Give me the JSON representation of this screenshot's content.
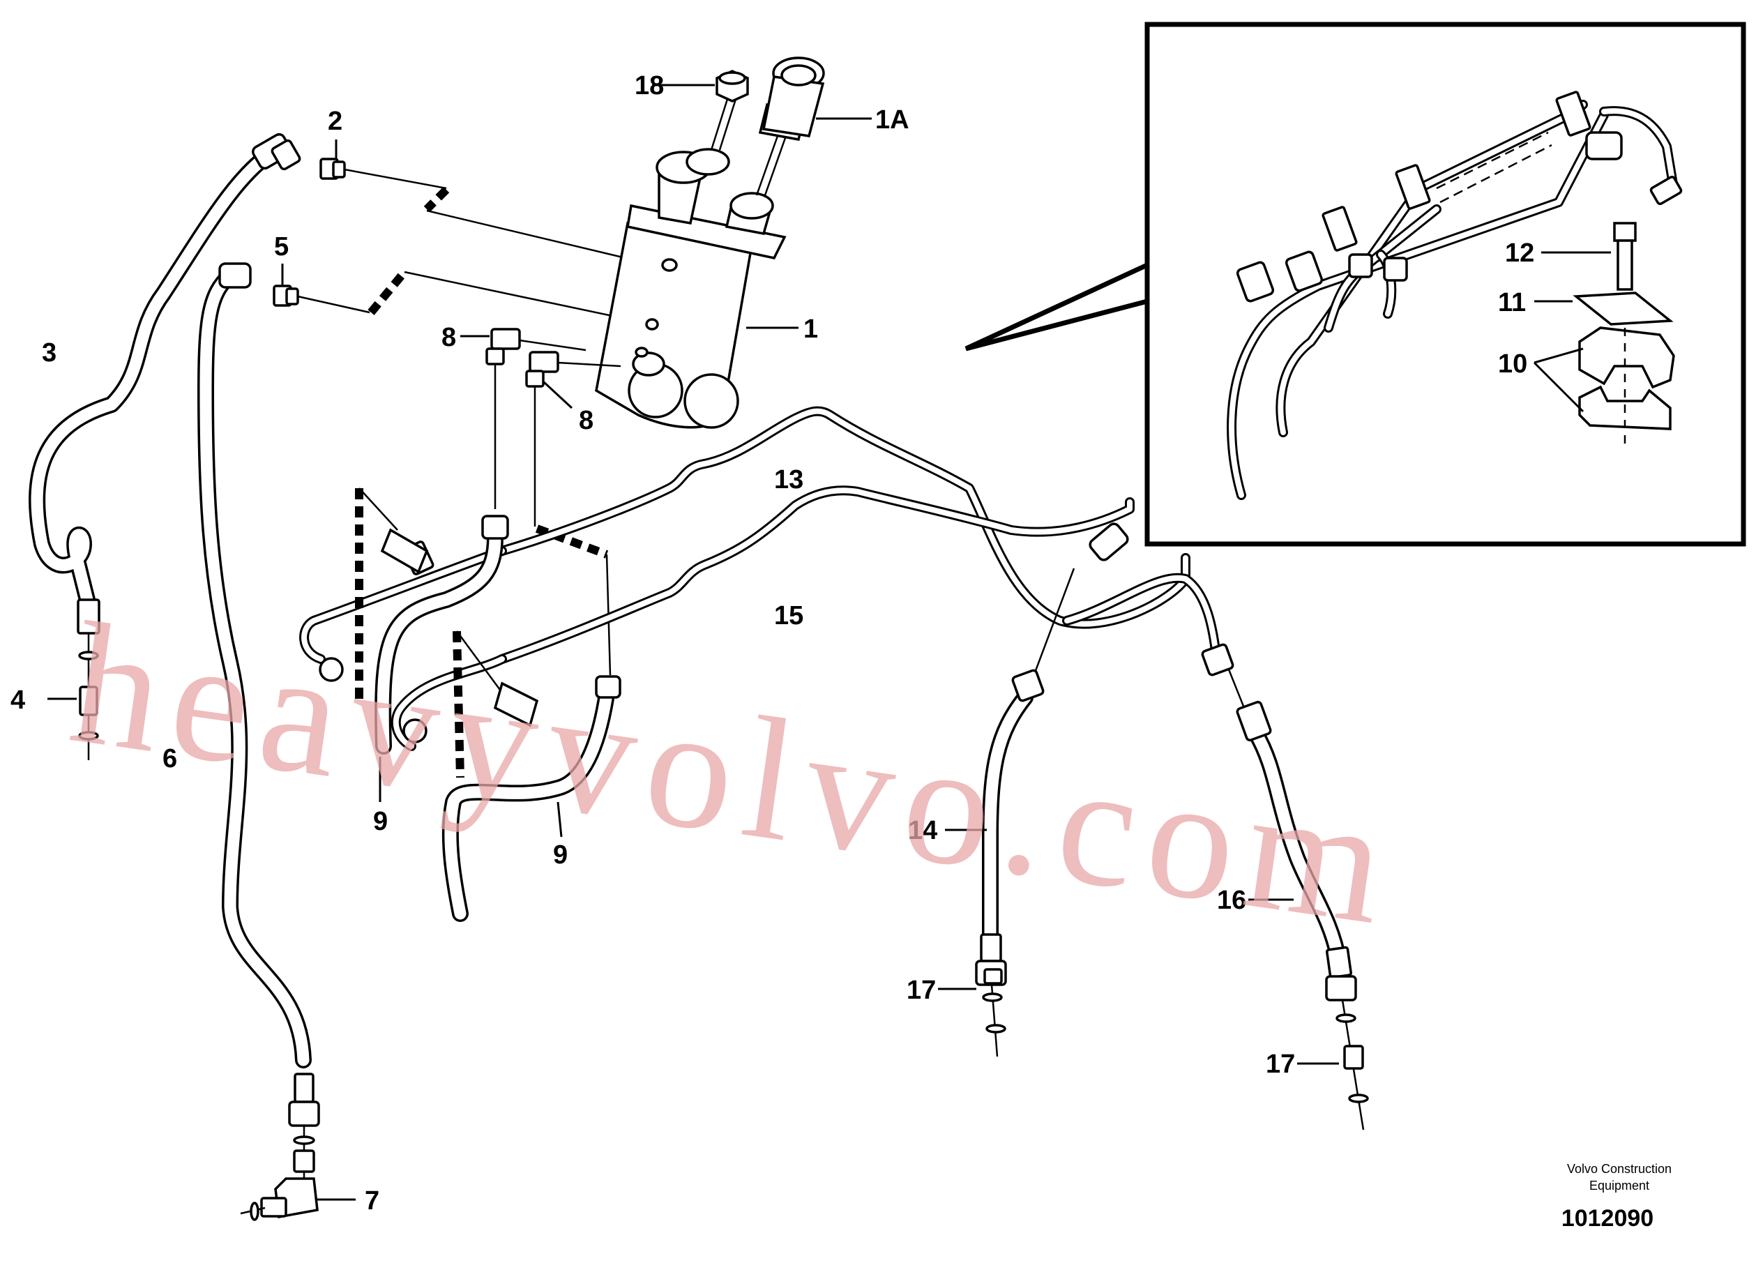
{
  "callouts": {
    "c18": "18",
    "c1a": "1A",
    "c2": "2",
    "c5": "5",
    "c3": "3",
    "c1": "1",
    "c8a": "8",
    "c8b": "8",
    "c13": "13",
    "c15": "15",
    "c4": "4",
    "c6": "6",
    "c9a": "9",
    "c9b": "9",
    "c14": "14",
    "c16": "16",
    "c17a": "17",
    "c17b": "17",
    "c7": "7",
    "c12": "12",
    "c11": "11",
    "c10": "10"
  },
  "credit": {
    "line1": "Volvo Construction",
    "line2": "Equipment",
    "doc_number": "1012090"
  },
  "watermark": "heavyvolvo.com"
}
